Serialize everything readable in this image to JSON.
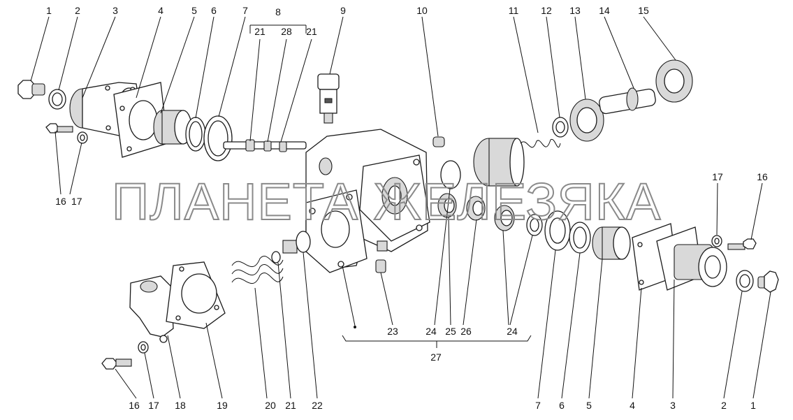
{
  "watermark": "ПЛАНЕТА ЖЕЛЕЗЯКА",
  "group_labels": {
    "g8": "8",
    "g8a": "21",
    "g8b": "28",
    "g8c": "21",
    "g27": "27"
  },
  "labels": [
    {
      "id": "l1a",
      "text": "1"
    },
    {
      "id": "l2a",
      "text": "2"
    },
    {
      "id": "l3a",
      "text": "3"
    },
    {
      "id": "l4a",
      "text": "4"
    },
    {
      "id": "l5a",
      "text": "5"
    },
    {
      "id": "l6a",
      "text": "6"
    },
    {
      "id": "l7a",
      "text": "7"
    },
    {
      "id": "l9",
      "text": "9"
    },
    {
      "id": "l10",
      "text": "10"
    },
    {
      "id": "l11",
      "text": "11"
    },
    {
      "id": "l12",
      "text": "12"
    },
    {
      "id": "l13",
      "text": "13"
    },
    {
      "id": "l14",
      "text": "14"
    },
    {
      "id": "l15",
      "text": "15"
    },
    {
      "id": "l16a",
      "text": "16"
    },
    {
      "id": "l17a",
      "text": "17"
    },
    {
      "id": "l17b",
      "text": "17"
    },
    {
      "id": "l16b",
      "text": "16"
    },
    {
      "id": "l23",
      "text": "23"
    },
    {
      "id": "l24a",
      "text": "24"
    },
    {
      "id": "l25",
      "text": "25"
    },
    {
      "id": "l26",
      "text": "26"
    },
    {
      "id": "l24b",
      "text": "24"
    },
    {
      "id": "l16c",
      "text": "16"
    },
    {
      "id": "l17c",
      "text": "17"
    },
    {
      "id": "l18",
      "text": "18"
    },
    {
      "id": "l19",
      "text": "19"
    },
    {
      "id": "l20",
      "text": "20"
    },
    {
      "id": "l21",
      "text": "21"
    },
    {
      "id": "l22",
      "text": "22"
    },
    {
      "id": "l7b",
      "text": "7"
    },
    {
      "id": "l6b",
      "text": "6"
    },
    {
      "id": "l5b",
      "text": "5"
    },
    {
      "id": "l4b",
      "text": "4"
    },
    {
      "id": "l3b",
      "text": "3"
    },
    {
      "id": "l2b",
      "text": "2"
    },
    {
      "id": "l1b",
      "text": "1"
    }
  ]
}
